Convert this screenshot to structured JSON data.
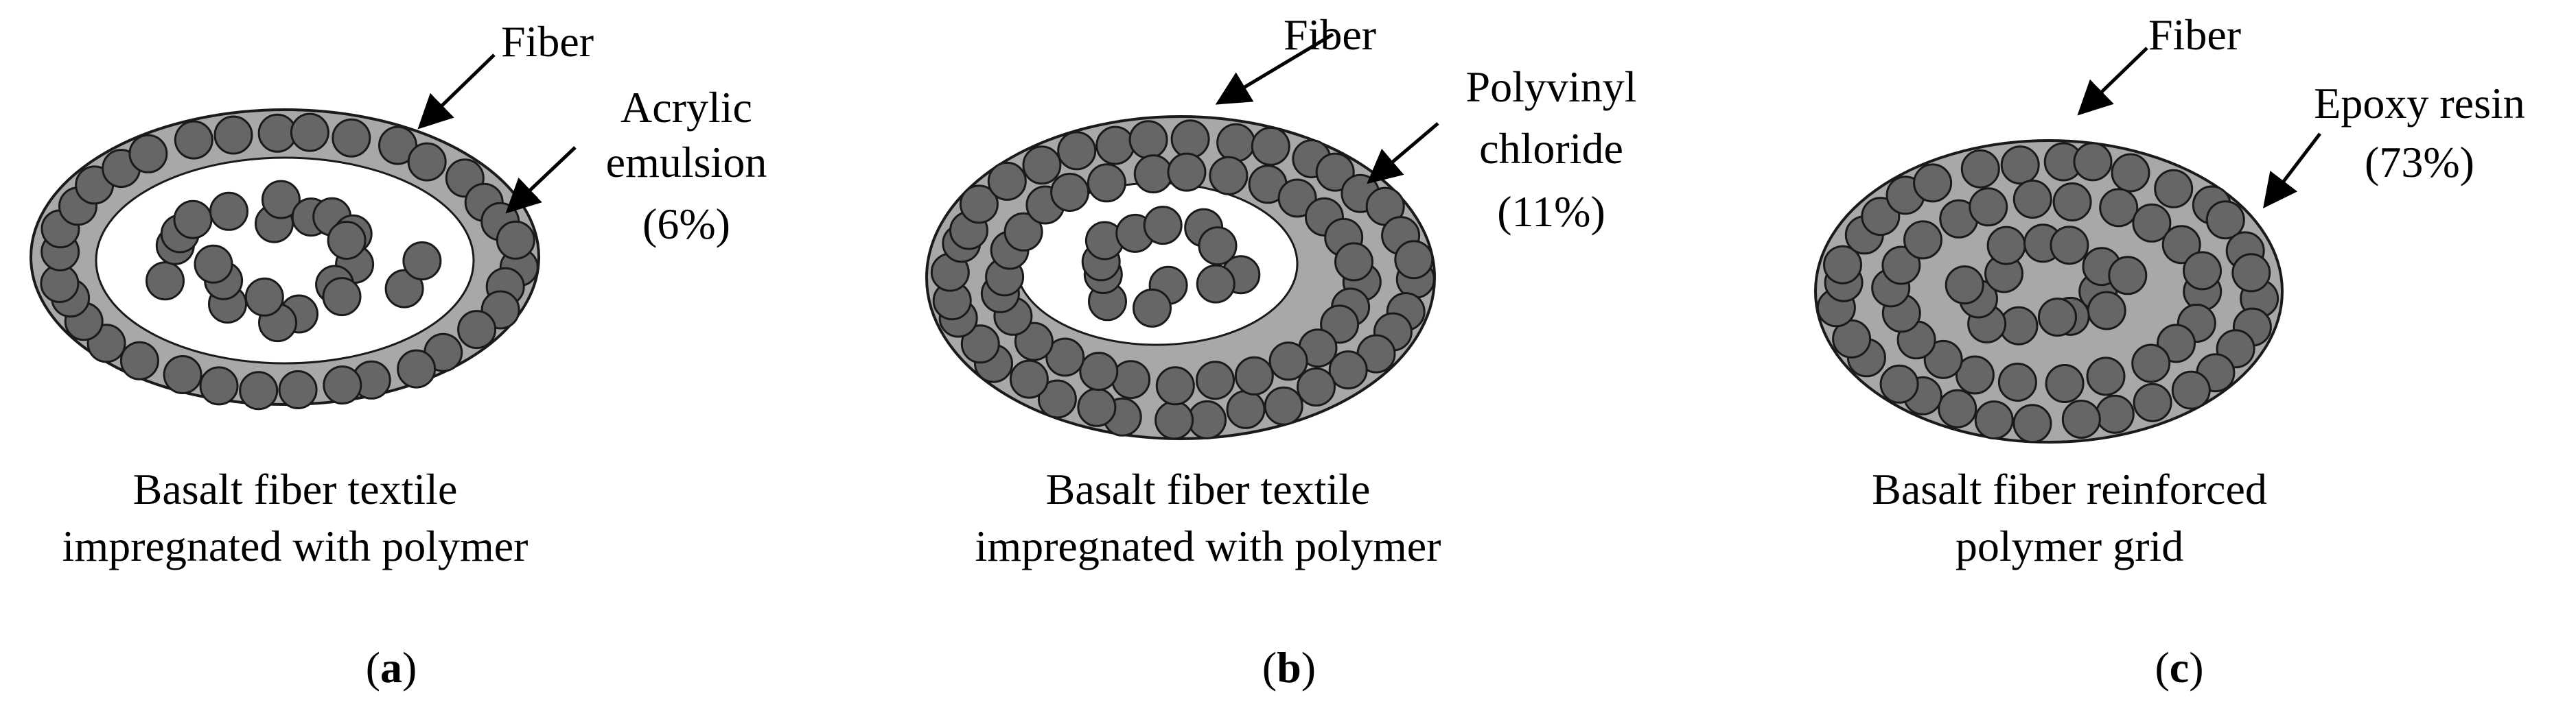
{
  "colors": {
    "matrix": "#a8a8a8",
    "fiber": "#666666",
    "outline": "#1a1a1a",
    "void": "#ffffff"
  },
  "panels": [
    {
      "id": "a",
      "fiber_label": "Fiber",
      "matrix_label_lines": [
        "Acrylic",
        "emulsion",
        "(6%)"
      ],
      "caption_lines": [
        "Basalt fiber textile",
        "impregnated with polymer"
      ],
      "panel_letter": "a"
    },
    {
      "id": "b",
      "fiber_label": "Fiber",
      "matrix_label_lines": [
        "Polyvinyl",
        "chloride",
        "(11%)"
      ],
      "caption_lines": [
        "Basalt fiber textile",
        "impregnated with polymer"
      ],
      "panel_letter": "b"
    },
    {
      "id": "c",
      "fiber_label": "Fiber",
      "matrix_label_lines": [
        "Epoxy resin",
        "(73%)"
      ],
      "caption_lines": [
        "Basalt fiber reinforced",
        "polymer grid"
      ],
      "panel_letter": "c"
    }
  ]
}
